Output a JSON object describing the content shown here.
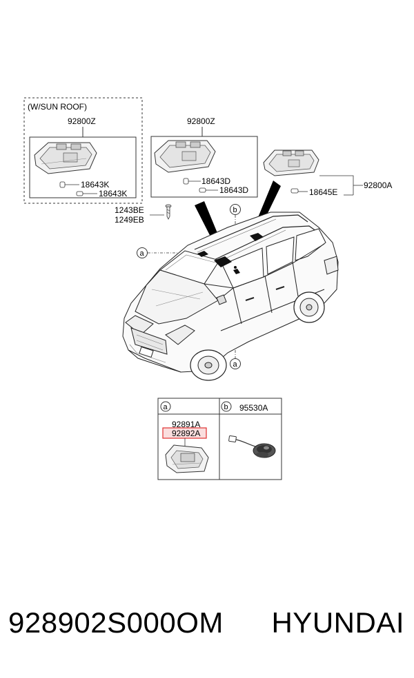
{
  "labels": {
    "sunroof_group": "(W/SUN ROOF)",
    "lamp_sunroof": "92800Z",
    "bulb_sunroof_1": "18643K",
    "bulb_sunroof_2": "18643K",
    "lamp_center": "92800Z",
    "bulb_center_1": "18643D",
    "bulb_center_2": "18643D",
    "screw_1": "1243BE",
    "screw_2": "1249EB",
    "lamp_rear": "92800A",
    "bulb_rear": "18645E",
    "callout_a": "a",
    "callout_b": "b",
    "callout_a_lower": "a",
    "detail_a_tag": "a",
    "detail_b_tag": "b",
    "detail_b_part": "95530A",
    "detail_a_part_1": "92891A",
    "detail_a_part_2": "92892A"
  },
  "footer": {
    "part_number": "928902S000OM",
    "brand": "HYUNDAI"
  },
  "colors": {
    "highlight": "#e03030",
    "highlight_fill": "#f6c8c8"
  }
}
